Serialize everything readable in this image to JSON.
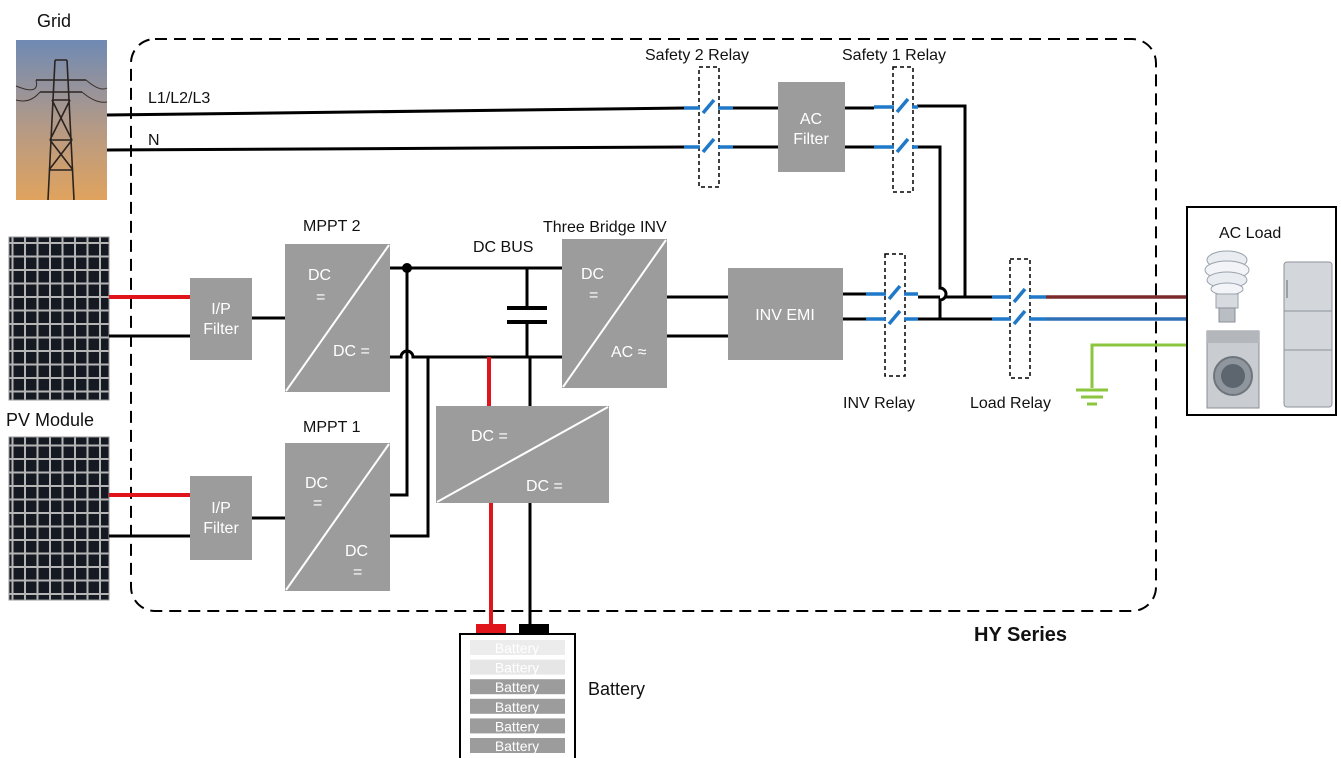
{
  "labels": {
    "grid": "Grid",
    "phases": "L1/L2/L3",
    "neutral": "N",
    "safety2_relay": "Safety 2  Relay",
    "safety1_relay": "Safety 1  Relay",
    "ac_filter_line1": "AC",
    "ac_filter_line2": "Filter",
    "mppt2": "MPPT 2",
    "mppt1": "MPPT 1",
    "dc_bus": "DC BUS",
    "three_bridge_inv": "Three Bridge INV",
    "ip_filter_line1": "I/P",
    "ip_filter_line2": "Filter",
    "inv_emi": "INV EMI",
    "inv_relay": "INV  Relay",
    "load_relay": "Load  Relay",
    "ac_load": "AC Load",
    "pv_module": "PV Module",
    "battery": "Battery",
    "series": "HY Series",
    "dc": "DC",
    "dc_eq": "DC =",
    "eq": "=",
    "ac_approx": "AC ≈"
  },
  "battery_cells": [
    "Battery",
    "Battery",
    "Battery",
    "Battery",
    "Battery",
    "Battery"
  ],
  "colors": {
    "box": "#9c9c9c",
    "wire": "#000000",
    "dc_positive": "#e0141b",
    "relay_contact": "#1f78c8",
    "ground": "#8cc63f",
    "load_live": "#7a2a2a",
    "load_neutral": "#2f6fb5"
  },
  "icons": [
    "pylon-icon",
    "solar-panel-icon",
    "bulb-icon",
    "washer-icon",
    "fridge-icon",
    "ground-icon"
  ]
}
